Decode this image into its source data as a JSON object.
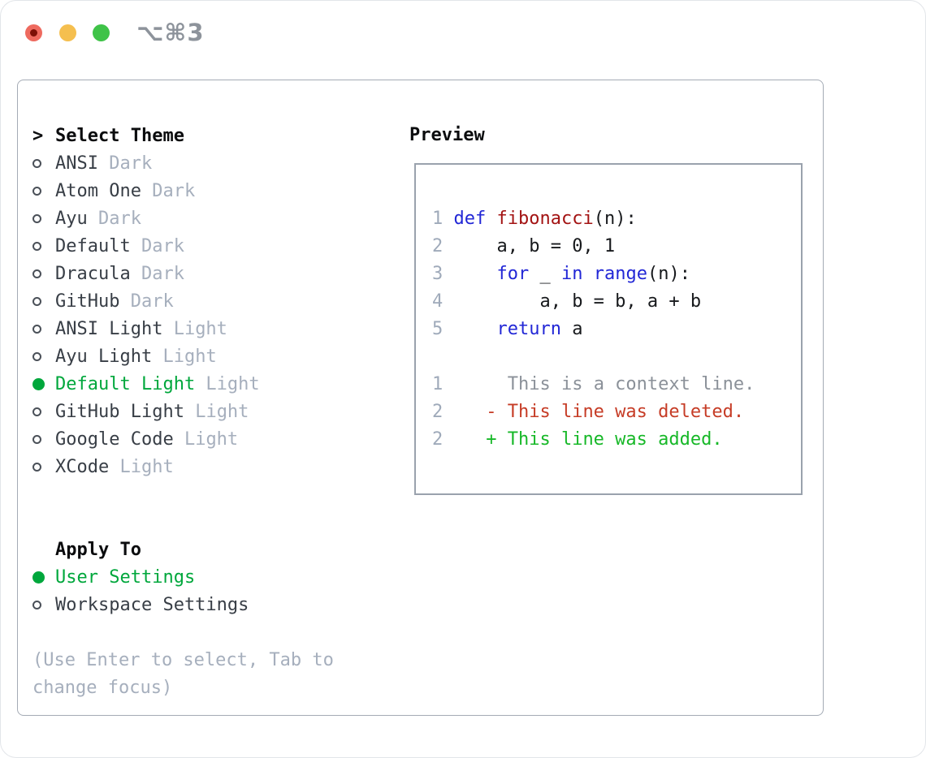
{
  "window": {
    "title": "⌥⌘3",
    "traffic_lights": [
      "close",
      "minimize",
      "zoom"
    ]
  },
  "theme_list": {
    "prompt": ">",
    "header": "Select Theme",
    "items": [
      {
        "name": "ANSI",
        "badge": "Dark",
        "selected": false
      },
      {
        "name": "Atom One",
        "badge": "Dark",
        "selected": false
      },
      {
        "name": "Ayu",
        "badge": "Dark",
        "selected": false
      },
      {
        "name": "Default",
        "badge": "Dark",
        "selected": false
      },
      {
        "name": "Dracula",
        "badge": "Dark",
        "selected": false
      },
      {
        "name": "GitHub",
        "badge": "Dark",
        "selected": false
      },
      {
        "name": "ANSI Light",
        "badge": "Light",
        "selected": false
      },
      {
        "name": "Ayu Light",
        "badge": "Light",
        "selected": false
      },
      {
        "name": "Default Light",
        "badge": "Light",
        "selected": true
      },
      {
        "name": "GitHub Light",
        "badge": "Light",
        "selected": false
      },
      {
        "name": "Google Code",
        "badge": "Light",
        "selected": false
      },
      {
        "name": "XCode",
        "badge": "Light",
        "selected": false
      }
    ]
  },
  "apply_to": {
    "header": "Apply To",
    "options": [
      {
        "label": "User Settings",
        "selected": true
      },
      {
        "label": "Workspace Settings",
        "selected": false
      }
    ]
  },
  "hint": {
    "line1": "(Use Enter to select, Tab to",
    "line2": "change focus)"
  },
  "preview": {
    "title": "Preview",
    "lines": [
      {
        "segments": [
          {
            "t": "1",
            "c": "ln"
          },
          {
            "t": " ",
            "c": "tx"
          },
          {
            "t": "def",
            "c": "kw"
          },
          {
            "t": " ",
            "c": "tx"
          },
          {
            "t": "fibonacci",
            "c": "fn"
          },
          {
            "t": "(n):",
            "c": "tx"
          }
        ]
      },
      {
        "segments": [
          {
            "t": "2",
            "c": "ln"
          },
          {
            "t": "     a, b = 0, 1",
            "c": "tx"
          }
        ]
      },
      {
        "segments": [
          {
            "t": "3",
            "c": "ln"
          },
          {
            "t": "     ",
            "c": "tx"
          },
          {
            "t": "for",
            "c": "kw"
          },
          {
            "t": " _ ",
            "c": "tx"
          },
          {
            "t": "in",
            "c": "kw"
          },
          {
            "t": " ",
            "c": "tx"
          },
          {
            "t": "range",
            "c": "kw"
          },
          {
            "t": "(n):",
            "c": "tx"
          }
        ]
      },
      {
        "segments": [
          {
            "t": "4",
            "c": "ln"
          },
          {
            "t": "         a, b = b, a + b",
            "c": "tx"
          }
        ]
      },
      {
        "segments": [
          {
            "t": "5",
            "c": "ln"
          },
          {
            "t": "     ",
            "c": "tx"
          },
          {
            "t": "return",
            "c": "kw"
          },
          {
            "t": " a",
            "c": "tx"
          }
        ]
      },
      {
        "segments": []
      },
      {
        "segments": [
          {
            "t": "1",
            "c": "ln"
          },
          {
            "t": "      ",
            "c": "tx"
          },
          {
            "t": "This is a context line.",
            "c": "ctx"
          }
        ]
      },
      {
        "segments": [
          {
            "t": "2",
            "c": "ln"
          },
          {
            "t": "    ",
            "c": "tx"
          },
          {
            "t": "- This line was deleted.",
            "c": "del"
          }
        ]
      },
      {
        "segments": [
          {
            "t": "2",
            "c": "ln"
          },
          {
            "t": "    ",
            "c": "tx"
          },
          {
            "t": "+ This line was added.",
            "c": "add"
          }
        ]
      }
    ]
  },
  "colors": {
    "accent_green": "#00a73c",
    "added_green": "#17b828",
    "deleted_red": "#c63c26",
    "keyword_blue": "#2227d6",
    "function_red": "#a31313",
    "muted_gray": "#a6afbd",
    "line_number_gray": "#9faaba",
    "context_gray": "#8b9199",
    "panel_border": "#a4abb5",
    "traffic_red": "#ee6a5f",
    "traffic_yellow": "#f5bf4f",
    "traffic_green": "#3fc348"
  }
}
